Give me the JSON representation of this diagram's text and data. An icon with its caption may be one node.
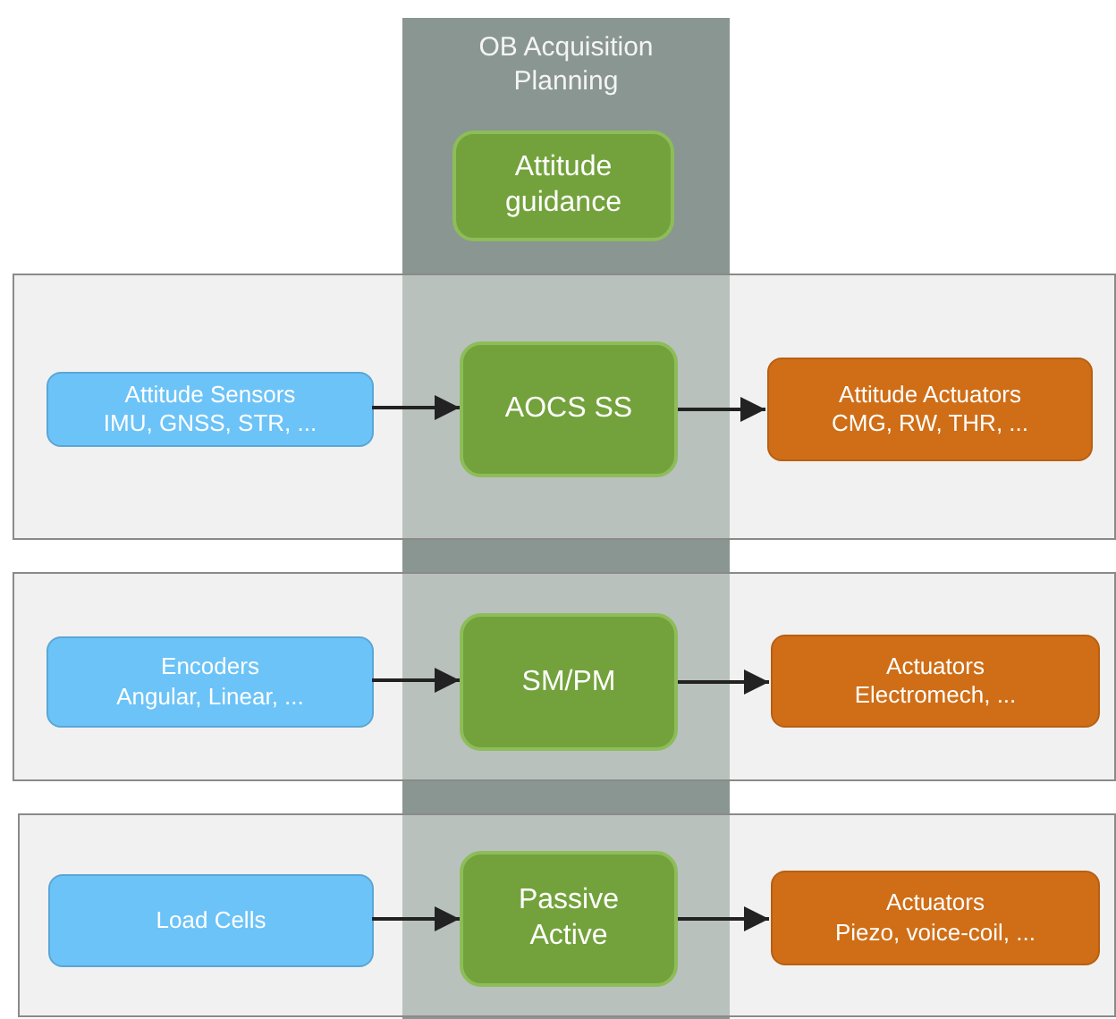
{
  "diagram": {
    "nodes": [
      {
        "text": [
          "OB Acquisition Planning"
        ]
      },
      {
        "text": [
          "Attitude guidance"
        ],
        "in": 0
      },
      {
        "text": [],
        "shape": "box"
      },
      {
        "text": [
          "Attitude Sensors",
          "IMU, GNSS, STR, ..."
        ],
        "in": 2
      },
      {
        "text": [
          "AOCS SS"
        ]
      },
      {
        "text": [
          "Attitude Actuators",
          "CMG, RW, THR, ..."
        ],
        "in": 2
      },
      {
        "text": [],
        "shape": "box"
      },
      {
        "text": [
          "Encoders",
          "Angular, Linear, ..."
        ],
        "in": 6
      },
      {
        "text": [
          "SM/PM"
        ]
      },
      {
        "text": [
          "Actuators",
          "Electromech, ..."
        ],
        "in": 6
      },
      {
        "text": [],
        "shape": "box"
      },
      {
        "text": [
          "Load Cells"
        ],
        "in": 10
      },
      {
        "text": [
          "Passive Active"
        ]
      },
      {
        "text": [
          "Actuators",
          "Piezo, voice-coil, ..."
        ],
        "in": 10
      }
    ],
    "edges": [
      {
        "from": 3,
        "to": 4,
        "arrow": "to"
      },
      {
        "from": 4,
        "to": 5,
        "arrow": "to"
      },
      {
        "from": 7,
        "to": 8,
        "arrow": "to"
      },
      {
        "from": 8,
        "to": 9,
        "arrow": "to"
      },
      {
        "from": 11,
        "to": 12,
        "arrow": "to"
      },
      {
        "from": 12,
        "to": 13,
        "arrow": "to"
      }
    ]
  }
}
